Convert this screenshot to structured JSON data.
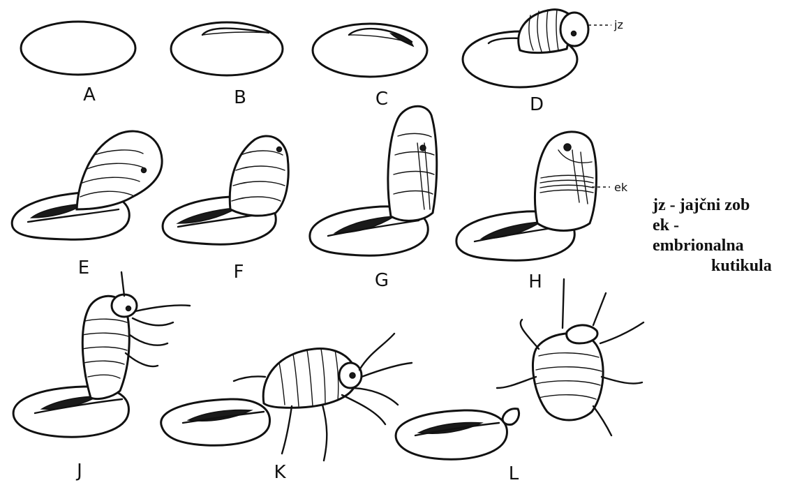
{
  "stages": {
    "a": "A",
    "b": "B",
    "c": "C",
    "d": "D",
    "e": "E",
    "f": "F",
    "g": "G",
    "h": "H",
    "j": "J",
    "k": "K",
    "l": "L"
  },
  "annotations": {
    "jz": "jz",
    "ek": "ek"
  },
  "legend": {
    "line1": "jz - jajčni zob",
    "line2": "ek -",
    "line3": "embrionalna",
    "line4": "kutikula"
  }
}
